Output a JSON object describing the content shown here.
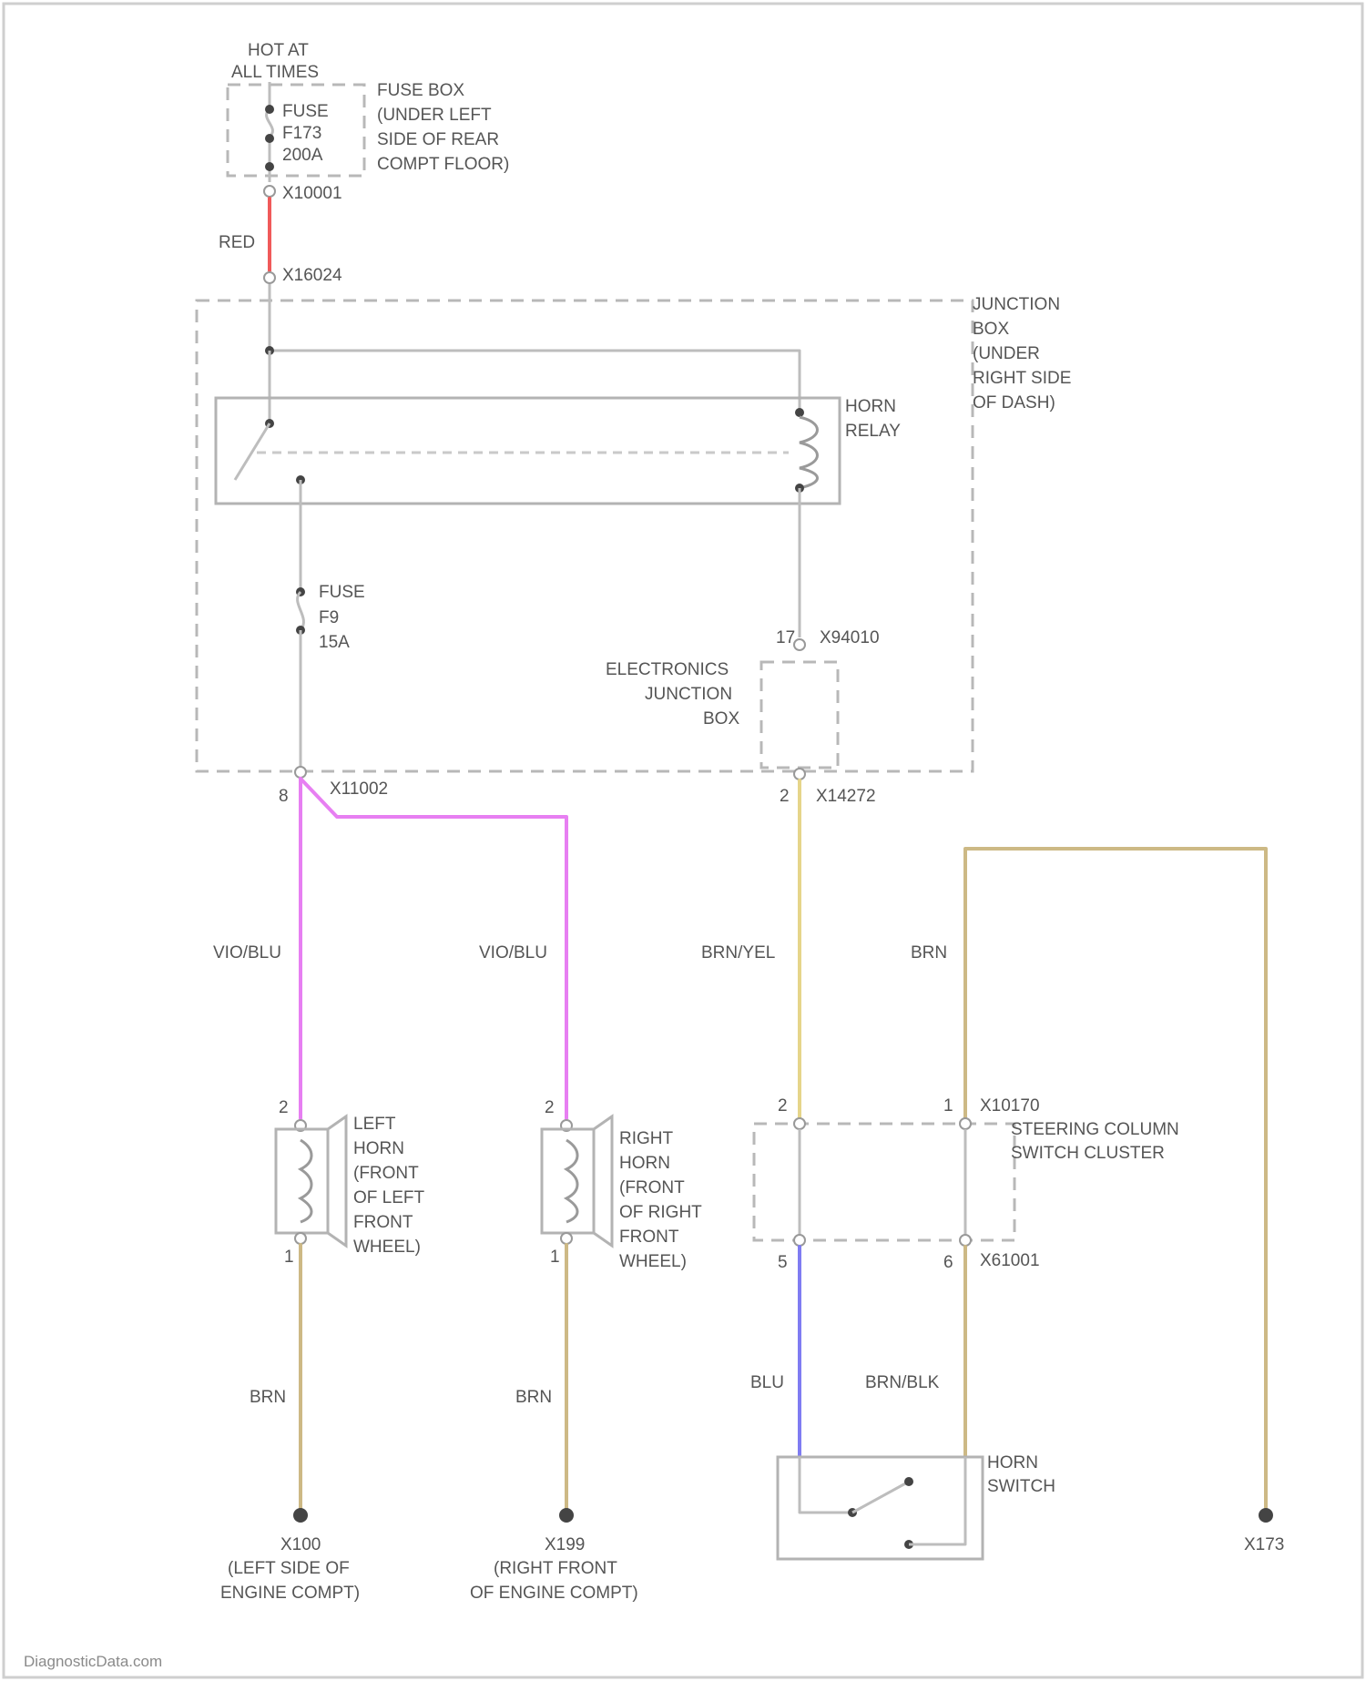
{
  "colors": {
    "RED": "#f05a5a",
    "VIO/BLU": "#e77ff2",
    "BRN/YEL": "#e6d58a",
    "BRN": "#cdb985",
    "BLU": "#7f7cf2",
    "BRN/BLK": "#cdb985",
    "internal": "#bdbdbd"
  },
  "power_source": {
    "label_l1": "HOT AT",
    "label_l2": "ALL TIMES"
  },
  "fuse_box": {
    "fuse_l1": "FUSE",
    "fuse_l2": "F173",
    "fuse_l3": "200A",
    "desc_l1": "FUSE BOX",
    "desc_l2": "(UNDER LEFT",
    "desc_l3": "SIDE OF REAR",
    "desc_l4": "COMPT FLOOR)",
    "conn_out": "X10001"
  },
  "wire_red": {
    "color": "RED"
  },
  "junction_box": {
    "conn_in": "X16024",
    "desc_l1": "JUNCTION",
    "desc_l2": "BOX",
    "desc_l3": "(UNDER",
    "desc_l4": "RIGHT SIDE",
    "desc_l5": "OF DASH)"
  },
  "horn_relay": {
    "label_l1": "HORN",
    "label_l2": "RELAY"
  },
  "fuse_f9": {
    "label_l1": "FUSE",
    "label_l2": "F9",
    "label_l3": "15A"
  },
  "ejb": {
    "label_l1": "ELECTRONICS",
    "label_l2": "JUNCTION",
    "label_l3": "BOX",
    "pin_top": "17",
    "conn_top": "X94010",
    "pin_bottom": "2",
    "conn_bottom": "X14272"
  },
  "jb_output": {
    "pin": "8",
    "conn": "X11002"
  },
  "wires": {
    "left_horn_feed": "VIO/BLU",
    "right_horn_feed": "VIO/BLU",
    "relay_control": "BRN/YEL",
    "ground_feed": "BRN",
    "left_horn_ground": "BRN",
    "right_horn_ground": "BRN",
    "switch_out": "BLU",
    "switch_ground": "BRN/BLK"
  },
  "left_horn": {
    "pin_top": "2",
    "pin_bottom": "1",
    "label_l1": "LEFT",
    "label_l2": "HORN",
    "label_l3": "(FRONT",
    "label_l4": "OF LEFT",
    "label_l5": "FRONT",
    "label_l6": "WHEEL)"
  },
  "right_horn": {
    "pin_top": "2",
    "pin_bottom": "1",
    "label_l1": "RIGHT",
    "label_l2": "HORN",
    "label_l3": "(FRONT",
    "label_l4": "OF RIGHT",
    "label_l5": "FRONT",
    "label_l6": "WHEEL)"
  },
  "steering_cluster": {
    "pin_tl": "2",
    "pin_tr": "1",
    "conn_top": "X10170",
    "pin_bl": "5",
    "pin_br": "6",
    "conn_bottom": "X61001",
    "label_l1": "STEERING COLUMN",
    "label_l2": "SWITCH CLUSTER"
  },
  "horn_switch": {
    "label_l1": "HORN",
    "label_l2": "SWITCH"
  },
  "grounds": {
    "g1_id": "X100",
    "g1_l1": "(LEFT SIDE OF",
    "g1_l2": "ENGINE COMPT)",
    "g2_id": "X199",
    "g2_l1": "(RIGHT FRONT",
    "g2_l2": "OF ENGINE COMPT)",
    "g3_id": "X173"
  },
  "watermark": "DiagnosticData.com"
}
